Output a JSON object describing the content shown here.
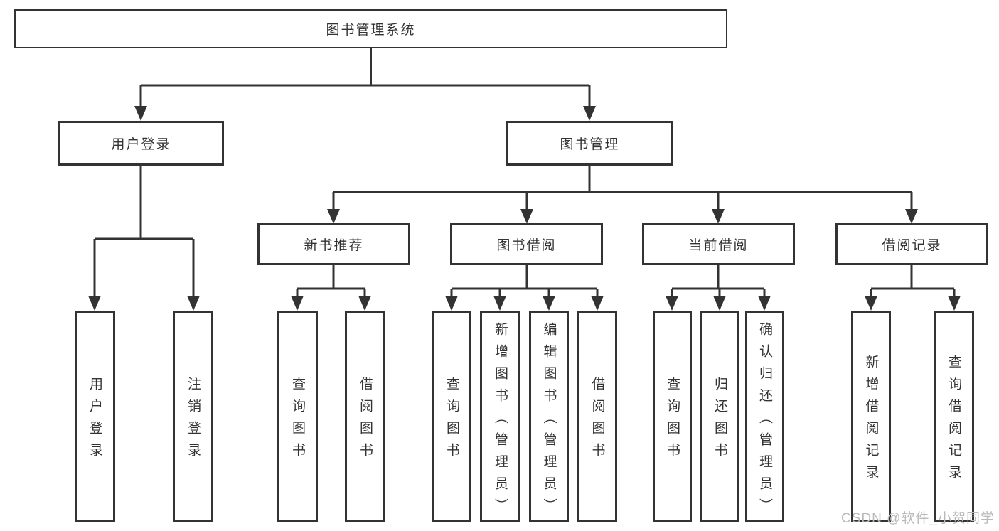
{
  "tree": {
    "root": "图书管理系统",
    "branches": [
      {
        "label": "用户登录",
        "children": [
          "用户登录",
          "注销登录"
        ]
      },
      {
        "label": "图书管理",
        "sections": [
          {
            "label": "新书推荐",
            "children": [
              "查询图书",
              "借阅图书"
            ]
          },
          {
            "label": "图书借阅",
            "children": [
              "查询图书",
              "新增图书（管理员）",
              "编辑图书（管理员）",
              "借阅图书"
            ]
          },
          {
            "label": "当前借阅",
            "children": [
              "查询图书",
              "归还图书",
              "确认归还（管理员）"
            ]
          },
          {
            "label": "借阅记录",
            "children": [
              "新增借阅记录",
              "查询借阅记录"
            ]
          }
        ]
      }
    ]
  },
  "watermark": "CSDN @软件_小贺同学",
  "colors": {
    "line": "#333333",
    "text": "#333333",
    "watermark": "#b9b9b9",
    "background": "#ffffff"
  }
}
